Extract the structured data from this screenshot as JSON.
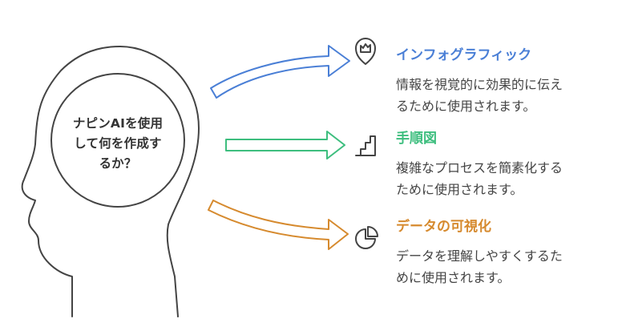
{
  "center": {
    "lines": [
      "ナピンAIを使用",
      "して何を作成す",
      "るか？"
    ]
  },
  "items": [
    {
      "title": "インフォグラフィック",
      "desc": [
        "情報を視覚的に効果的に伝え",
        "るために使用されます。"
      ],
      "color": "#4a7fd6",
      "icon": "map-pin-chart-icon"
    },
    {
      "title": "手順図",
      "desc": [
        "複雑なプロセスを簡素化する",
        "ために使用されます。"
      ],
      "color": "#3dbe7e",
      "icon": "stairs-icon"
    },
    {
      "title": "データの可視化",
      "desc": [
        "データを理解しやすくするた",
        "めに使用されます。"
      ],
      "color": "#d68a2e",
      "icon": "pie-chart-icon"
    }
  ],
  "colors": {
    "outline": "#444444"
  }
}
